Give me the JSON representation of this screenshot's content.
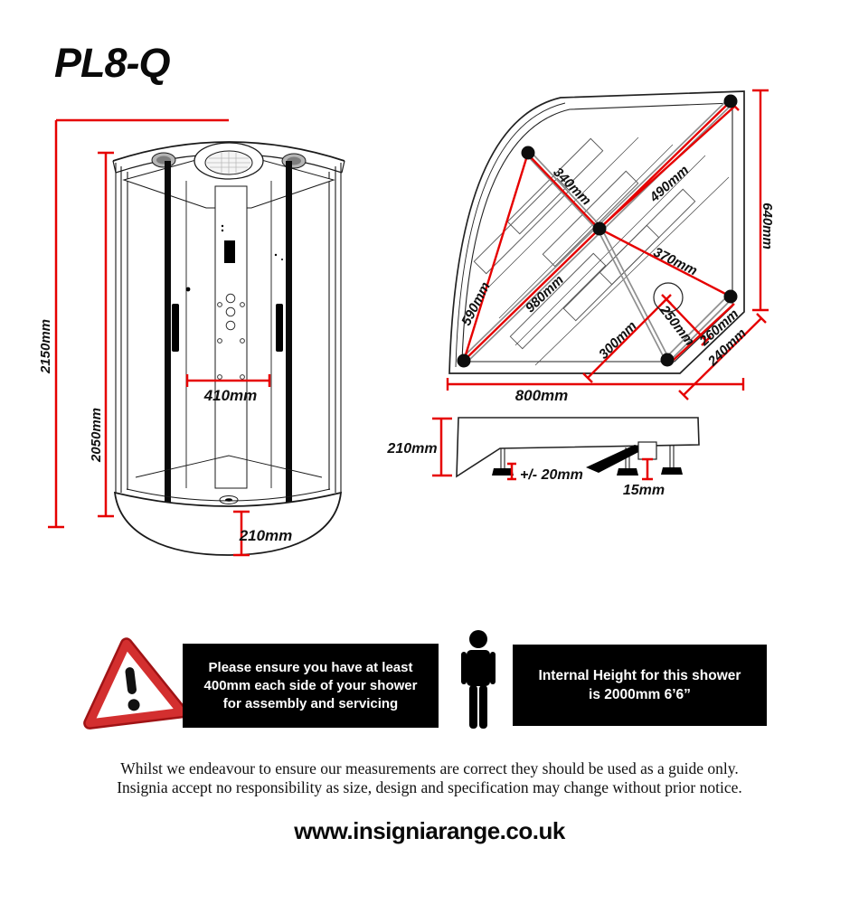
{
  "title": "PL8-Q",
  "front_view": {
    "dims": {
      "total_height": "2150mm",
      "internal_height": "2050mm",
      "door_opening": "410mm",
      "tray_height": "210mm"
    }
  },
  "plan_view": {
    "dims": {
      "d340": "340mm",
      "d490": "490mm",
      "d640": "640mm",
      "d370": "370mm",
      "d590": "590mm",
      "d980": "980mm",
      "d250": "250mm",
      "d260": "260mm",
      "d300": "300mm",
      "d240": "240mm",
      "d800": "800mm"
    }
  },
  "tray_view": {
    "dims": {
      "height": "210mm",
      "leg_adjustment": "+/- 20mm",
      "clearance": "15mm"
    }
  },
  "notices": {
    "assembly": "Please ensure you have at least 400mm each side of your shower for assembly and servicing",
    "internal_height": "Internal Height for this shower is 2000mm 6’6”"
  },
  "disclaimer": {
    "line1": "Whilst we endeavour to ensure our measurements are correct they should be used as a guide only.",
    "line2": "Insignia accept no responsibility as size, design and specification may change without prior notice."
  },
  "website": "www.insigniarange.co.uk",
  "colors": {
    "dimension_red": "#e60000",
    "rail_grey": "#8f8f8f",
    "outline_black": "#1a1a1a",
    "warning_red": "#c3161c"
  }
}
